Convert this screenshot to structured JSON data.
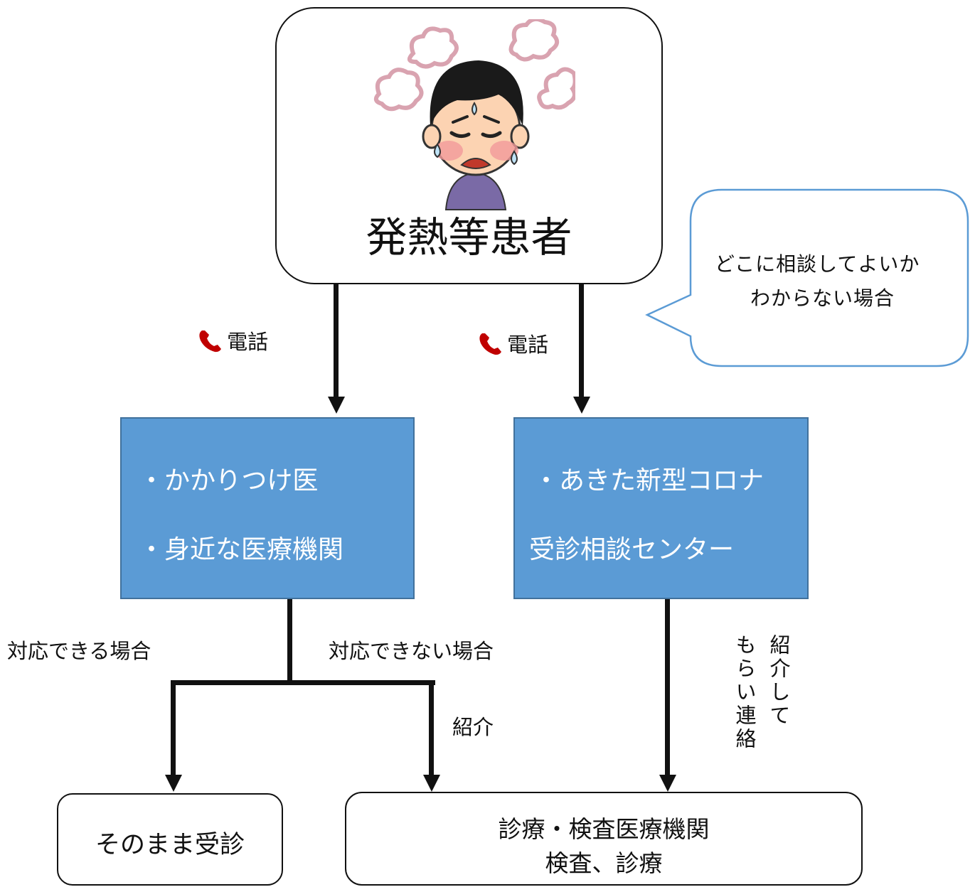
{
  "patient": {
    "title": "発熱等患者"
  },
  "bubble": {
    "line1": "どこに相談してよいか",
    "line2": "わからない場合"
  },
  "phone_left": {
    "label": "電話",
    "icon": "phone-icon"
  },
  "phone_right": {
    "label": "電話",
    "icon": "phone-icon"
  },
  "clinic": {
    "item1": "・かかりつけ医",
    "item2": "・身近な医療機関"
  },
  "center": {
    "line1": "・あきた新型コロナ",
    "line2": "受診相談センター"
  },
  "branch": {
    "can_respond": "対応できる場合",
    "cannot_respond": "対応できない場合",
    "referral": "紹介",
    "referral_contact_col1": "紹介して",
    "referral_contact_col2": "もらい連絡"
  },
  "direct_visit": {
    "label": "そのまま受診"
  },
  "testing": {
    "line1": "診療・検査医療機関",
    "line2": "検査、診療"
  },
  "colors": {
    "box_blue": "#5b9bd5",
    "bubble_border": "#5b9bd5",
    "phone_red": "#c00000"
  }
}
